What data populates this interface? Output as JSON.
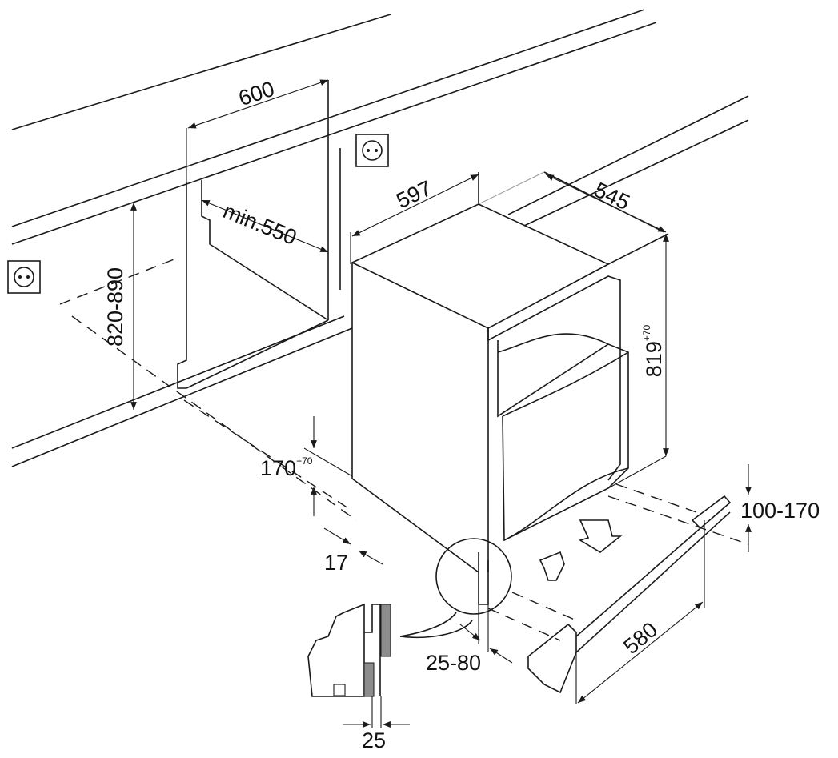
{
  "diagram": {
    "title": "Built-in under-counter refrigerator installation dimensions",
    "dimensions": {
      "cabinet_width": "600",
      "cabinet_depth_min": "min.550",
      "appliance_width": "597",
      "appliance_depth": "545",
      "niche_height": "820-890",
      "appliance_height": "819",
      "appliance_height_tolerance": "+70",
      "plinth_height": "170",
      "plinth_height_tolerance": "+70",
      "plinth_setback": "17",
      "plinth_vent_height": "100-170",
      "door_gap": "25-80",
      "vent_width": "580",
      "panel_thickness": "25"
    },
    "colors": {
      "line": "#1a1a1a",
      "panel_fill": "#8c8c8c"
    }
  }
}
